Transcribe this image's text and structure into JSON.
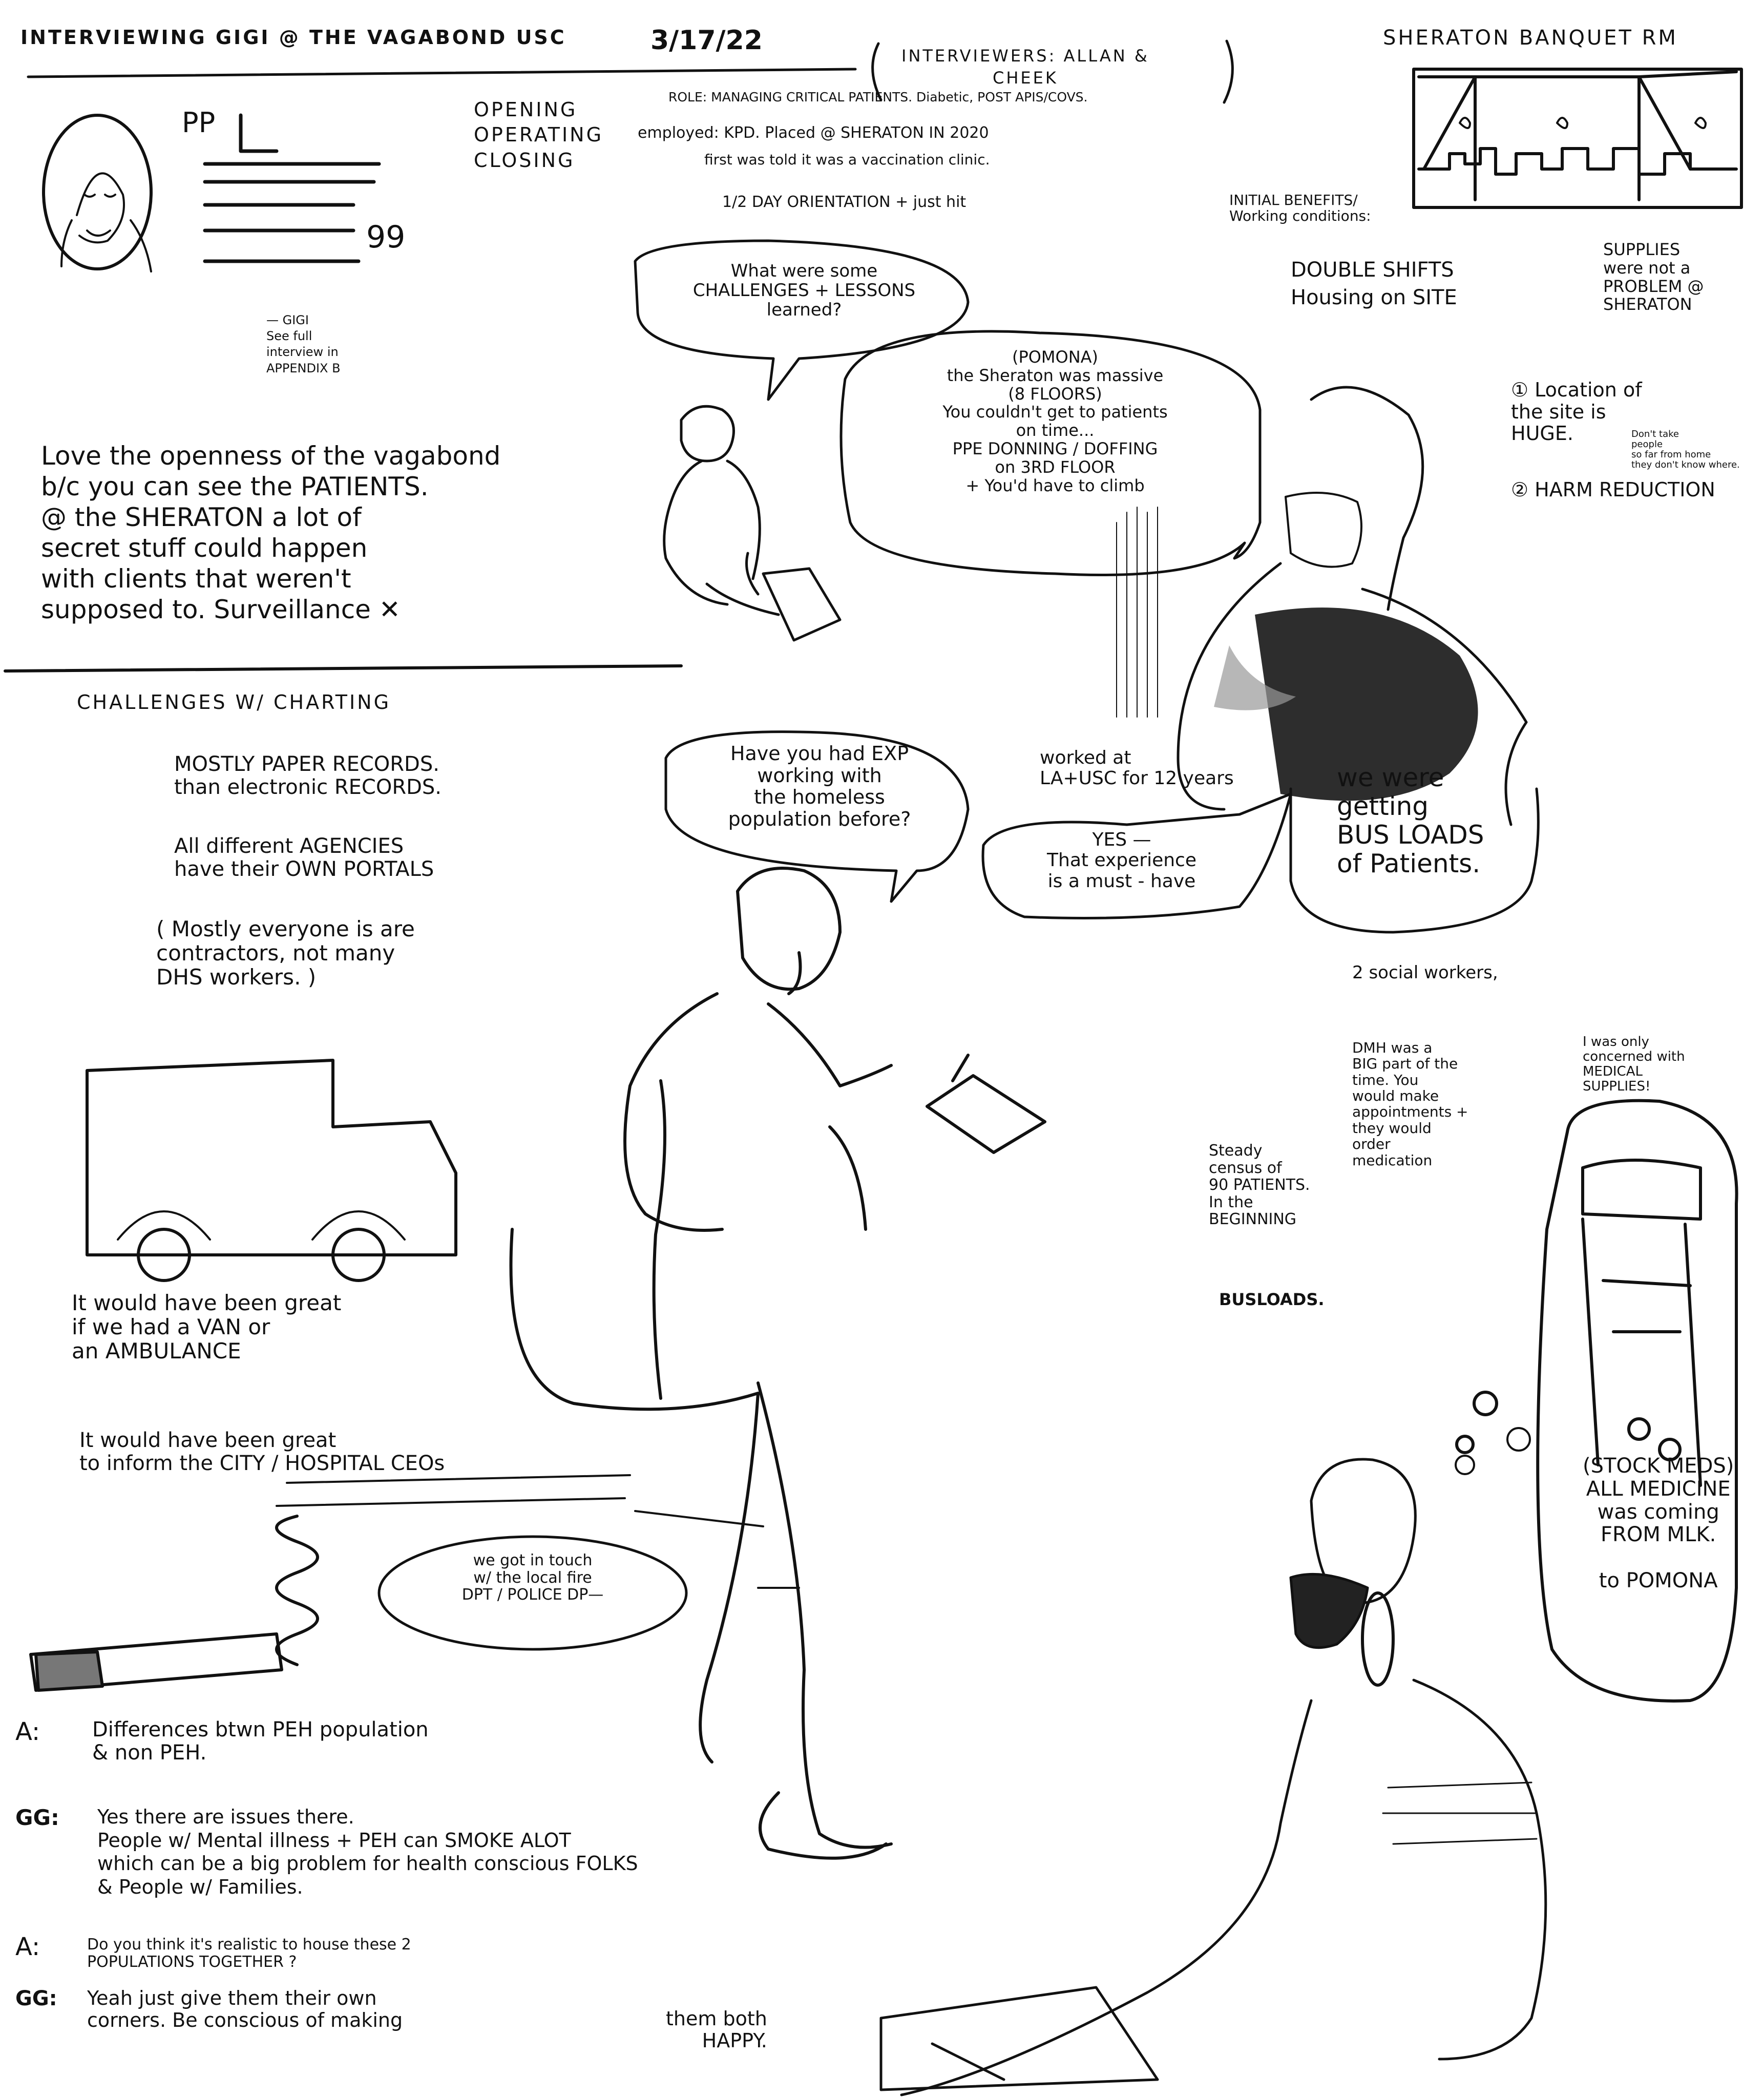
{
  "header": {
    "title": "INTERVIEWING GIGI @ THE VAGABOND USC",
    "date": "3/17/22",
    "interviewers": "INTERVIEWERS: ALLAN &\nCHEEK",
    "location_label": "SHERATON BANQUET RM"
  },
  "profile": {
    "pp_label": "PP",
    "quote_marks": "99",
    "attribution": "— GIGI\nSee full\ninterview in\nAPPENDIX B"
  },
  "phases": "OPENING\nOPERATING\nCLOSING",
  "role": {
    "role_line": "ROLE: MANAGING CRITICAL PATIENTS. Diabetic, POST APIS/COVS.",
    "employed_line": "employed: KPD. Placed @ SHERATON IN 2020",
    "told_line": "first was told it was a vaccination clinic.",
    "orientation": "1/2 DAY ORIENTATION + just hit"
  },
  "openness_note": "Love the openness of the vagabond\nb/c you can see the PATIENTS.\n@ the SHERATON a lot of\nsecret stuff could happen\nwith clients that weren't\nsupposed to. Surveillance ✕",
  "charting": {
    "heading": "CHALLENGES W/ CHARTING",
    "paper": "MOSTLY PAPER RECORDS.\nthan electronic RECORDS.",
    "agencies": "All different AGENCIES\nhave their OWN PORTALS",
    "contractors": "( Mostly everyone is are\n  contractors, not many\n  DHS workers. )"
  },
  "bubbles": {
    "challenges_q": "What were some\nCHALLENGES + LESSONS\nlearned?",
    "pomona_answer": "(POMONA)\nthe Sheraton was massive\n(8 FLOORS)\nYou couldn't get to patients\non time...\nPPE DONNING / DOFFING\non 3RD FLOOR\n+ You'd have to climb",
    "exp_q": "Have you had EXP\nworking with\nthe homeless\npopulation before?",
    "yes_answer": "YES —\nThat experience\nis a must - have",
    "busloads": "we were\ngetting\nBUS LOADS\nof Patients.",
    "fire_dept": "we got in touch\nw/ the local fire\nDPT / POLICE DP—"
  },
  "working_conditions": {
    "heading": "INITIAL BENEFITS/\nWorking conditions:",
    "double_shifts": "DOUBLE SHIFTS\nHousing on SITE",
    "supplies": "SUPPLIES\nwere not a\nPROBLEM @\nSHERATON",
    "location": "① Location of\nthe site is\nHUGE.",
    "location_small": "Don't take\npeople\nso far from home\nthey don't know where.",
    "harm": "② HARM REDUCTION"
  },
  "worked_la": "worked at\nLA+USC for 12 years",
  "social_workers": "2 social workers,",
  "dmh": "DMH was a\nBIG part of the\ntime. You\nwould make\nappointments +\nthey would\norder\nmedication",
  "medical_only": "I was only\nconcerned with\nMEDICAL\nSUPPLIES!",
  "census": "Steady\ncensus of\n90 PATIENTS.\nIn the\nBEGINNING",
  "busloads_small": "BUSLOADS.",
  "stock_meds": "(STOCK MEDS)\nALL MEDICINE\nwas coming\nFROM MLK.\n\nto POMONA",
  "van_note": "It would have been great\nif we had a VAN or\nan AMBULANCE",
  "inform_note": "It would have been great\nto inform the CITY / HOSPITAL CEOs",
  "qa": {
    "a1_label": "A:",
    "a1_text": "Differences btwn PEH population\n& non PEH.",
    "g1_label": "GG:",
    "g1_text": "Yes there are issues there.\nPeople w/ Mental illness + PEH can SMOKE ALOT\nwhich can be a big problem for health conscious FOLKS\n& People w/ Families.",
    "a2_label": "A:",
    "a2_text": "Do you think it's realistic to house these 2\nPOPULATIONS TOGETHER ?",
    "g2_label": "GG:",
    "g2_text": "Yeah just give them their own\ncorners. Be conscious of making",
    "g2_tail": "them both\nHAPPY."
  },
  "colors": {
    "ink": "#111111",
    "paper": "#ffffff",
    "wash": "#9a9a9a"
  },
  "icons": [
    "cigarette-icon",
    "smoke-squiggle-icon",
    "pill-bottle-icon",
    "van-icon",
    "banquet-room-sketch",
    "portrait-sketch"
  ]
}
